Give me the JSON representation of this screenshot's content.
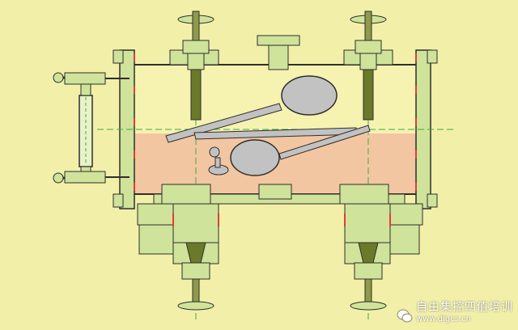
{
  "diagram": {
    "colors": {
      "background": "#f2f0a8",
      "liquid": "#f2c6a0",
      "metal": "#cfe39a",
      "outline": "#2e2e2e",
      "seal": "#e23c3c",
      "float": "#c2c2c2",
      "stem": "#6b7a2a",
      "centerline": "#3fae3f"
    },
    "parts": [
      "vessel-body",
      "left-gauge-glass",
      "left-float-ball",
      "right-float-ball",
      "left-discharge-valve",
      "right-discharge-valve",
      "top-vent-nozzle"
    ]
  },
  "watermark": {
    "icon": "wechat-icon",
    "text": "自由集控四值培训",
    "url": "www.dlgcs.cn"
  }
}
